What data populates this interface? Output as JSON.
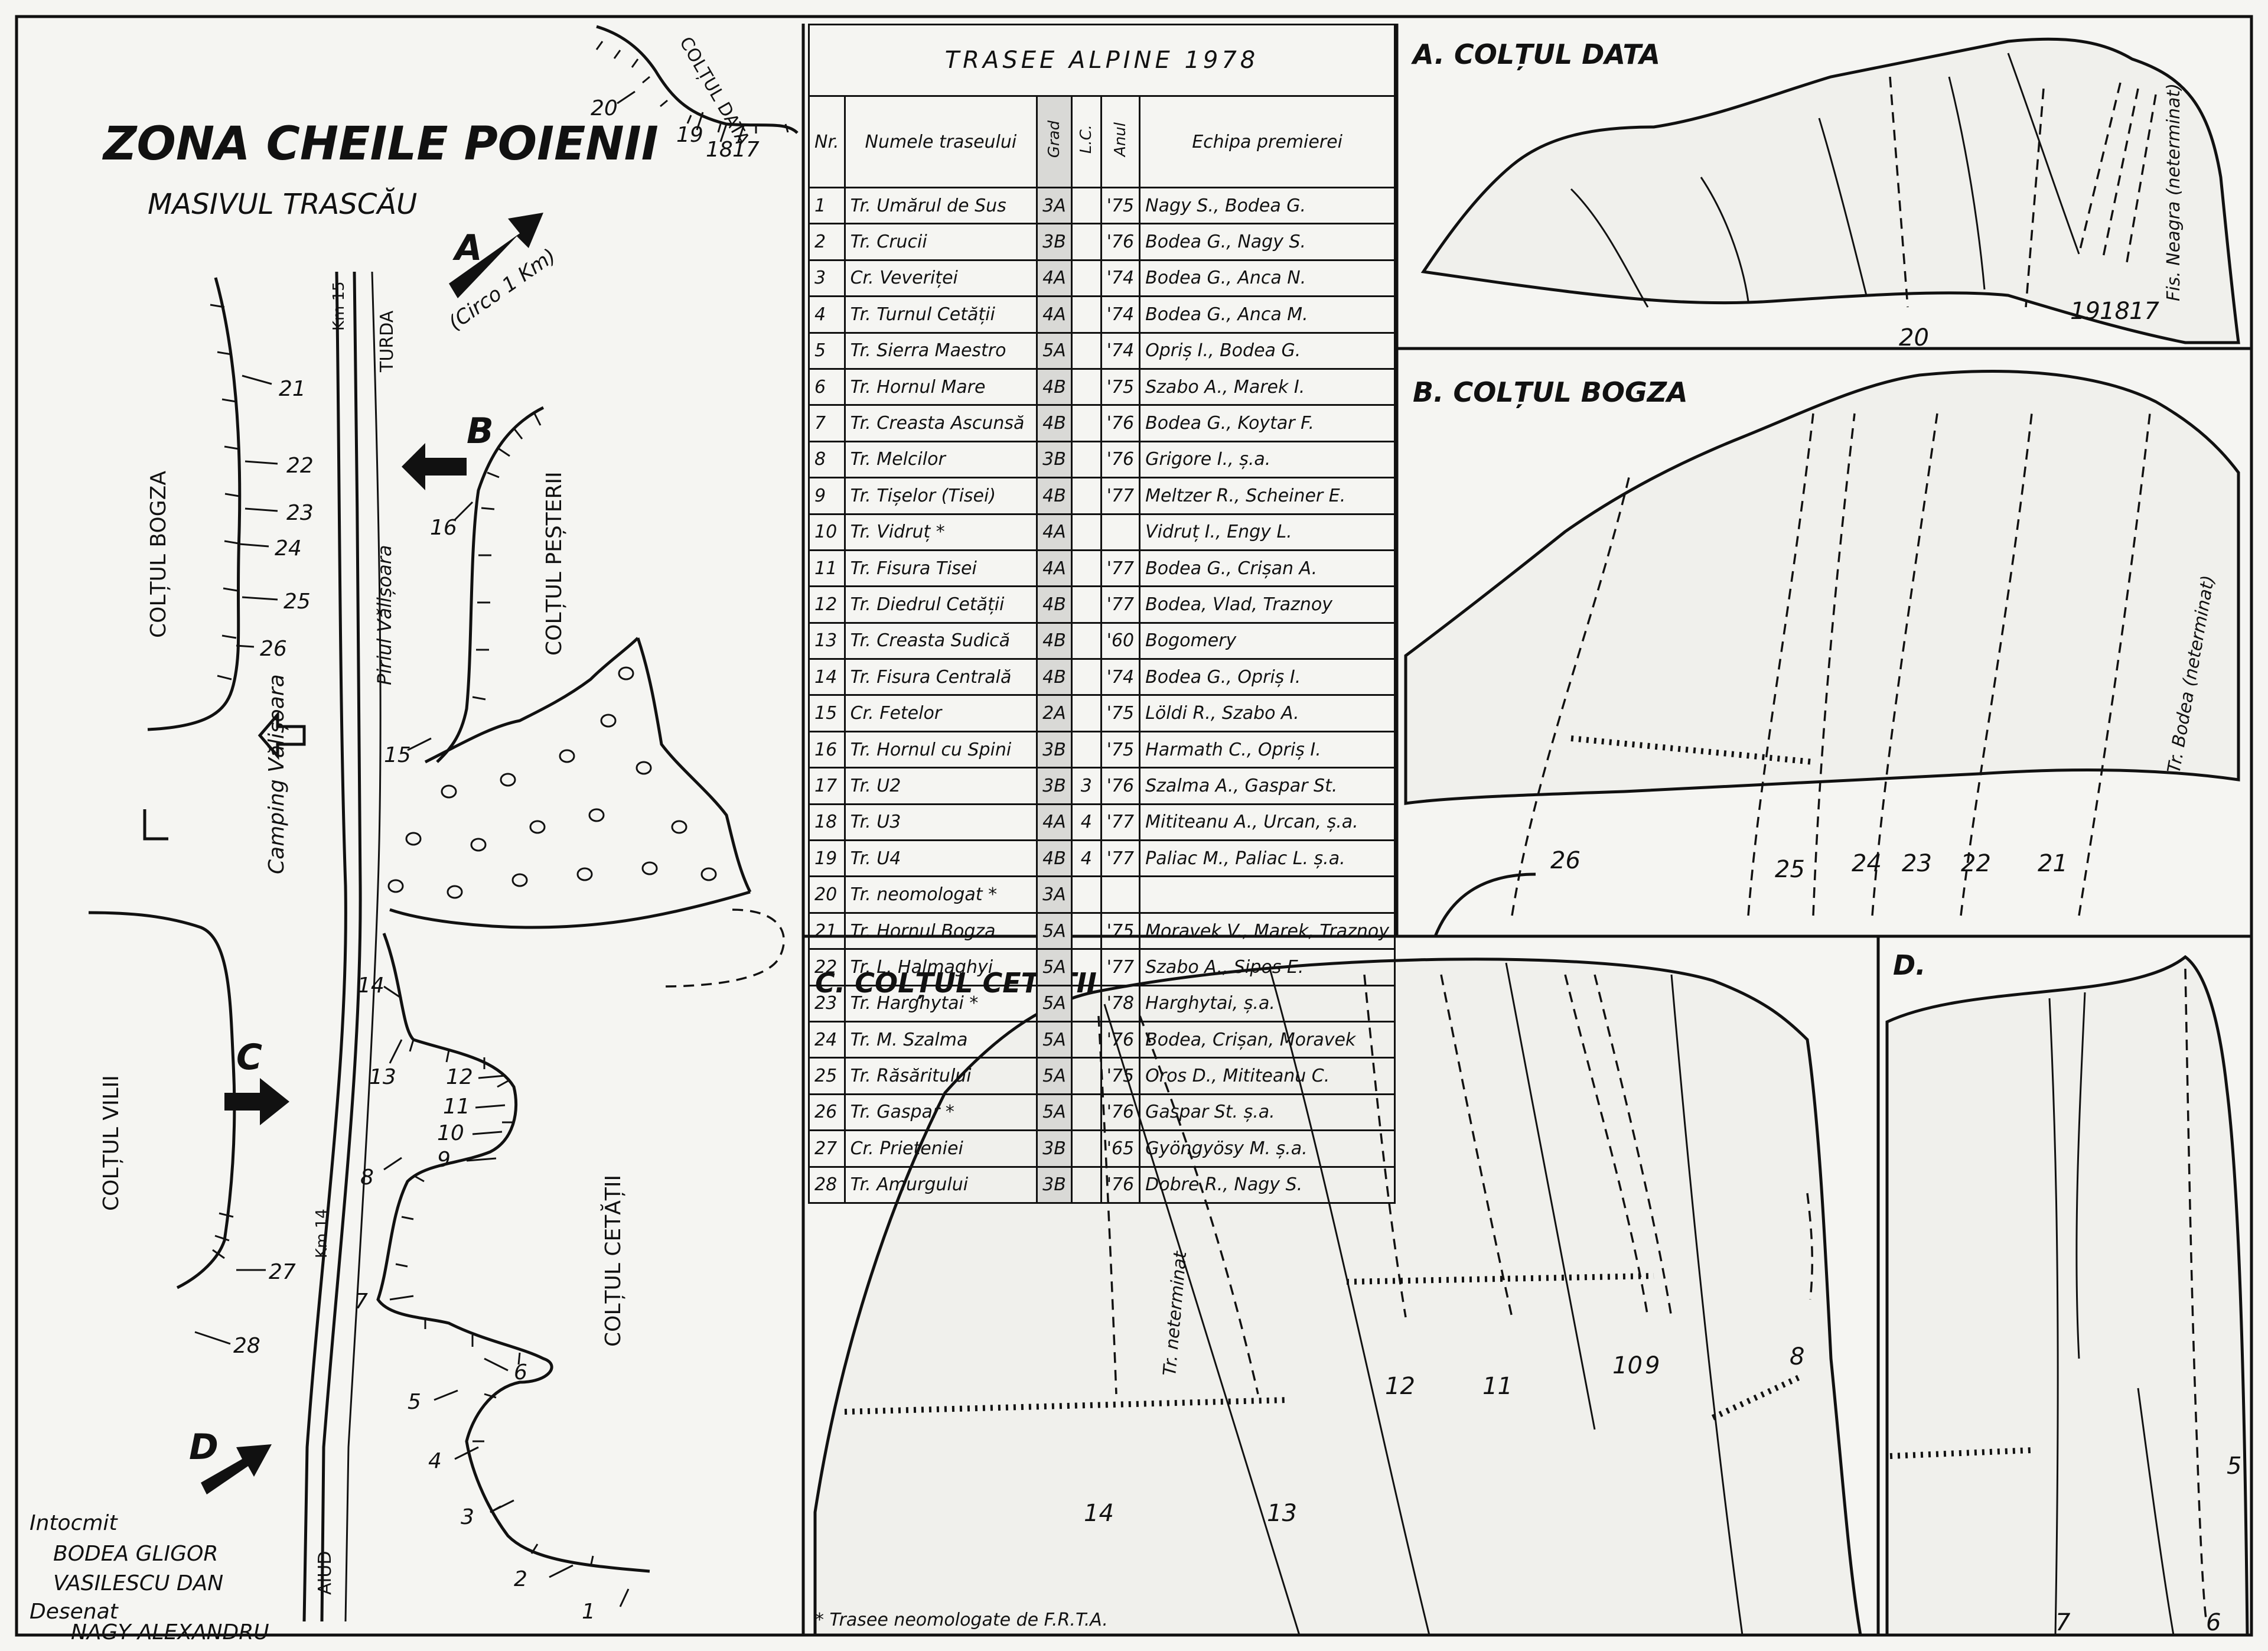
{
  "map": {
    "title": "ZONA CHEILE POIENII",
    "subtitle": "MASIVUL TRASCĂU",
    "labels": {
      "coltul_data": "COLȚUL DATA",
      "coltul_bogza": "COLȚUL BOGZA",
      "coltul_pesterii": "COLȚUL PEȘTERII",
      "coltul_vilii": "COLȚUL VILII",
      "coltul_cetatii": "COLȚUL CETĂȚII",
      "piriul": "Piriul Vălișoara",
      "camping": "Camping Vălișoara",
      "turda": "TURDA",
      "aiud": "AIUD",
      "km15": "Km 15",
      "km14": "Km 14",
      "circo": "(Circo 1 Km)"
    },
    "arrows": {
      "a": "A",
      "b": "B",
      "c": "C",
      "d": "D"
    },
    "route_numbers": [
      "1",
      "2",
      "3",
      "4",
      "5",
      "6",
      "7",
      "8",
      "9",
      "10",
      "11",
      "12",
      "13",
      "14",
      "15",
      "16",
      "17",
      "18",
      "19",
      "20",
      "21",
      "22",
      "23",
      "24",
      "25",
      "26",
      "27",
      "28"
    ],
    "credits": {
      "made_by": "Intocmit",
      "author1": "BODEA GLIGOR",
      "author2": "VASILESCU DAN",
      "drawn_by": "Desenat",
      "artist": "NAGY ALEXANDRU"
    }
  },
  "table": {
    "title": "TRASEE ALPINE 1978",
    "headers": {
      "nr": "Nr.",
      "name": "Numele traseului",
      "grad": "Grad",
      "lc": "L.C.",
      "year": "Anul",
      "team": "Echipa premierei"
    },
    "rows": [
      {
        "nr": "1",
        "name": "Tr. Umărul de Sus",
        "grad": "3A",
        "lc": "",
        "year": "'75",
        "team": "Nagy S., Bodea G."
      },
      {
        "nr": "2",
        "name": "Tr. Crucii",
        "grad": "3B",
        "lc": "",
        "year": "'76",
        "team": "Bodea G., Nagy S."
      },
      {
        "nr": "3",
        "name": "Cr. Veveriței",
        "grad": "4A",
        "lc": "",
        "year": "'74",
        "team": "Bodea G., Anca N."
      },
      {
        "nr": "4",
        "name": "Tr. Turnul Cetății",
        "grad": "4A",
        "lc": "",
        "year": "'74",
        "team": "Bodea G., Anca M."
      },
      {
        "nr": "5",
        "name": "Tr. Sierra Maestro",
        "grad": "5A",
        "lc": "",
        "year": "'74",
        "team": "Opriș I., Bodea G."
      },
      {
        "nr": "6",
        "name": "Tr. Hornul Mare",
        "grad": "4B",
        "lc": "",
        "year": "'75",
        "team": "Szabo A., Marek I."
      },
      {
        "nr": "7",
        "name": "Tr. Creasta Ascunsă",
        "grad": "4B",
        "lc": "",
        "year": "'76",
        "team": "Bodea G., Koytar F."
      },
      {
        "nr": "8",
        "name": "Tr. Melcilor",
        "grad": "3B",
        "lc": "",
        "year": "'76",
        "team": "Grigore I., ș.a."
      },
      {
        "nr": "9",
        "name": "Tr. Tișelor (Tisei)",
        "grad": "4B",
        "lc": "",
        "year": "'77",
        "team": "Meltzer R., Scheiner E."
      },
      {
        "nr": "10",
        "name": "Tr. Vidruț *",
        "grad": "4A",
        "lc": "",
        "year": "",
        "team": "Vidruț I., Engy L."
      },
      {
        "nr": "11",
        "name": "Tr. Fisura Tisei",
        "grad": "4A",
        "lc": "",
        "year": "'77",
        "team": "Bodea G., Crișan A."
      },
      {
        "nr": "12",
        "name": "Tr. Diedrul Cetății",
        "grad": "4B",
        "lc": "",
        "year": "'77",
        "team": "Bodea, Vlad, Traznoy"
      },
      {
        "nr": "13",
        "name": "Tr. Creasta Sudică",
        "grad": "4B",
        "lc": "",
        "year": "'60",
        "team": "Bogomery"
      },
      {
        "nr": "14",
        "name": "Tr. Fisura Centrală",
        "grad": "4B",
        "lc": "",
        "year": "'74",
        "team": "Bodea G., Opriș I."
      },
      {
        "nr": "15",
        "name": "Cr. Fetelor",
        "grad": "2A",
        "lc": "",
        "year": "'75",
        "team": "Löldi R., Szabo A."
      },
      {
        "nr": "16",
        "name": "Tr. Hornul cu Spini",
        "grad": "3B",
        "lc": "",
        "year": "'75",
        "team": "Harmath C., Opriș I."
      },
      {
        "nr": "17",
        "name": "Tr. U2",
        "grad": "3B",
        "lc": "3",
        "year": "'76",
        "team": "Szalma A., Gaspar St."
      },
      {
        "nr": "18",
        "name": "Tr. U3",
        "grad": "4A",
        "lc": "4",
        "year": "'77",
        "team": "Mititeanu A., Urcan, ș.a."
      },
      {
        "nr": "19",
        "name": "Tr. U4",
        "grad": "4B",
        "lc": "4",
        "year": "'77",
        "team": "Paliac M., Paliac L. ș.a."
      },
      {
        "nr": "20",
        "name": "Tr. neomologat *",
        "grad": "3A",
        "lc": "",
        "year": "",
        "team": ""
      },
      {
        "nr": "21",
        "name": "Tr. Hornul Bogza",
        "grad": "5A",
        "lc": "",
        "year": "'75",
        "team": "Moravek V., Marek, Traznoy"
      },
      {
        "nr": "22",
        "name": "Tr. L. Halmaghyi",
        "grad": "5A",
        "lc": "",
        "year": "'77",
        "team": "Szabo A., Sipos E."
      },
      {
        "nr": "23",
        "name": "Tr. Harghytai *",
        "grad": "5A",
        "lc": "",
        "year": "'78",
        "team": "Harghytai, ș.a."
      },
      {
        "nr": "24",
        "name": "Tr. M. Szalma",
        "grad": "5A",
        "lc": "",
        "year": "'76",
        "team": "Bodea, Crișan, Moravek"
      },
      {
        "nr": "25",
        "name": "Tr. Răsăritului",
        "grad": "5A",
        "lc": "",
        "year": "'75",
        "team": "Oros D., Mititeanu C."
      },
      {
        "nr": "26",
        "name": "Tr. Gaspar *",
        "grad": "5A",
        "lc": "",
        "year": "'76",
        "team": "Gaspar St. ș.a."
      },
      {
        "nr": "27",
        "name": "Cr. Prieteniei",
        "grad": "3B",
        "lc": "",
        "year": "'65",
        "team": "Gyöngyösy M. ș.a."
      },
      {
        "nr": "28",
        "name": "Tr. Amurgului",
        "grad": "3B",
        "lc": "",
        "year": "'76",
        "team": "Dobre R., Nagy S."
      }
    ]
  },
  "panels": {
    "a": {
      "title": "A. COLȚUL DATA",
      "note": "Fis. Neagra (neterminat)",
      "routes": [
        "20",
        "19",
        "18",
        "17"
      ]
    },
    "b": {
      "title": "B. COLȚUL BOGZA",
      "note": "Tr. Bodea (neterminat)",
      "routes": [
        "26",
        "25",
        "24",
        "23",
        "22",
        "21"
      ]
    },
    "c": {
      "title": "C. COLȚUL CETĂȚII",
      "note": "Tr. neterminat",
      "footnote": "* Trasee neomologate de F.R.T.A.",
      "routes": [
        "14",
        "13",
        "12",
        "11",
        "10",
        "9",
        "8"
      ]
    },
    "d": {
      "title": "D.",
      "routes": [
        "7",
        "6",
        "5"
      ]
    }
  }
}
